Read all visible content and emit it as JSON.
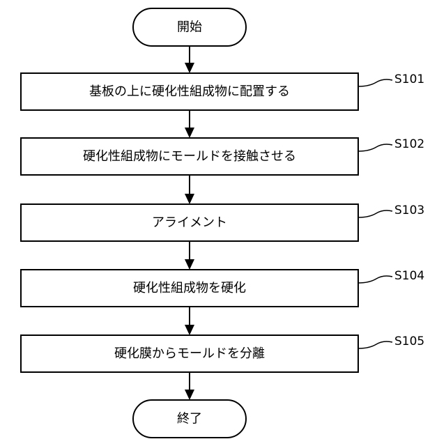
{
  "flowchart": {
    "start": {
      "label": "開始"
    },
    "end": {
      "label": "終了"
    },
    "steps": [
      {
        "id": "S101",
        "label": "基板の上に硬化性組成物に配置する"
      },
      {
        "id": "S102",
        "label": "硬化性組成物にモールドを接触させる"
      },
      {
        "id": "S103",
        "label": "アライメント"
      },
      {
        "id": "S104",
        "label": "硬化性組成物を硬化"
      },
      {
        "id": "S105",
        "label": "硬化膜からモールドを分離"
      }
    ]
  }
}
